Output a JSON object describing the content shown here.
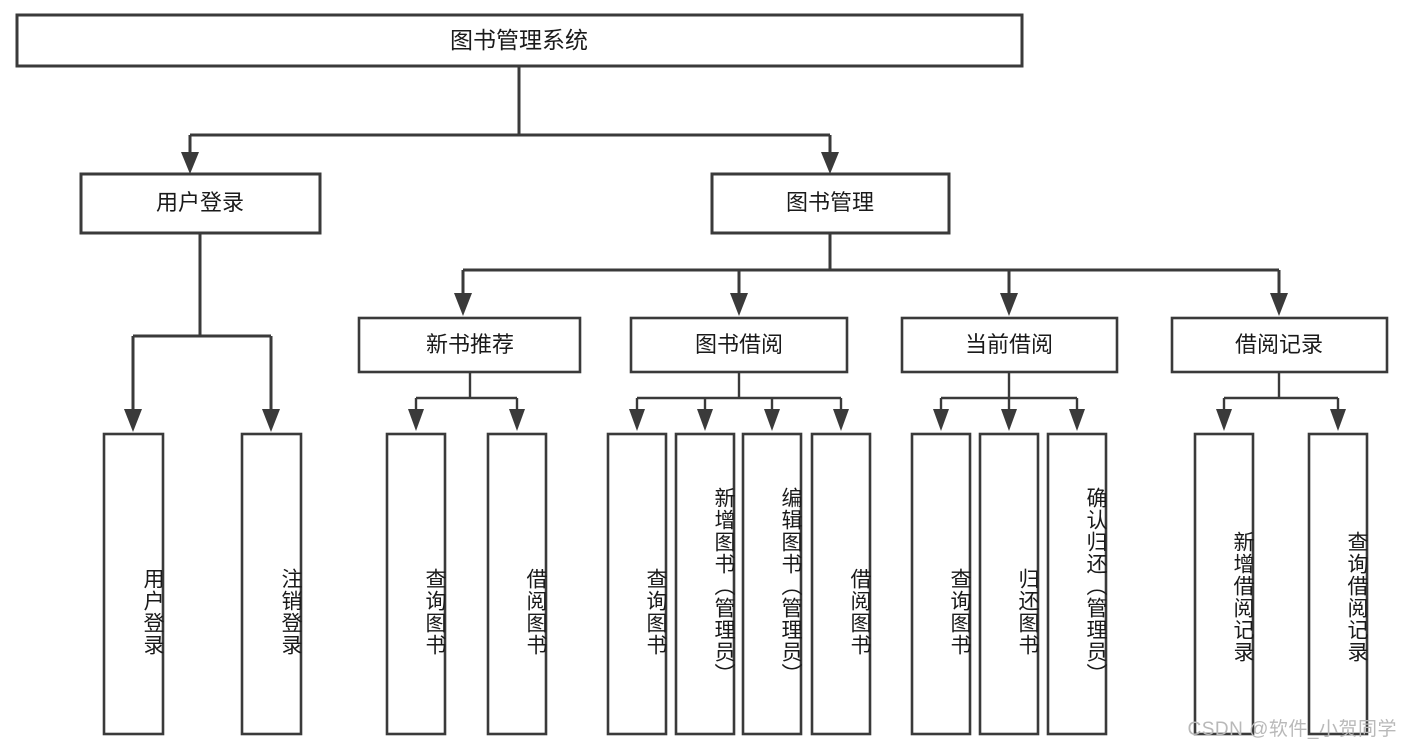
{
  "diagram": {
    "type": "hierarchy-tree",
    "title": "图书管理系统",
    "watermark": "CSDN @软件_小贺同学",
    "root": {
      "id": "root",
      "label": "图书管理系统"
    },
    "level2": [
      {
        "id": "user-login",
        "label": "用户登录"
      },
      {
        "id": "book-manage",
        "label": "图书管理"
      }
    ],
    "level3": [
      {
        "id": "new-book-rec",
        "label": "新书推荐",
        "parent": "book-manage"
      },
      {
        "id": "book-borrow",
        "label": "图书借阅",
        "parent": "book-manage"
      },
      {
        "id": "current-borrow",
        "label": "当前借阅",
        "parent": "book-manage"
      },
      {
        "id": "borrow-record",
        "label": "借阅记录",
        "parent": "book-manage"
      }
    ],
    "leaves": [
      {
        "id": "leaf-user-login",
        "label": "用户登录",
        "parent": "user-login"
      },
      {
        "id": "leaf-user-logout",
        "label": "注销登录",
        "parent": "user-login"
      },
      {
        "id": "leaf-query-book-1",
        "label": "查询图书",
        "parent": "new-book-rec"
      },
      {
        "id": "leaf-borrow-book-1",
        "label": "借阅图书",
        "parent": "new-book-rec"
      },
      {
        "id": "leaf-query-book-2",
        "label": "查询图书",
        "parent": "book-borrow"
      },
      {
        "id": "leaf-add-book",
        "label": "新增图书（管理员）",
        "parent": "book-borrow"
      },
      {
        "id": "leaf-edit-book",
        "label": "编辑图书（管理员）",
        "parent": "book-borrow"
      },
      {
        "id": "leaf-borrow-book-2",
        "label": "借阅图书",
        "parent": "book-borrow"
      },
      {
        "id": "leaf-query-book-3",
        "label": "查询图书",
        "parent": "current-borrow"
      },
      {
        "id": "leaf-return-book",
        "label": "归还图书",
        "parent": "current-borrow"
      },
      {
        "id": "leaf-confirm-return",
        "label": "确认归还（管理员）",
        "parent": "current-borrow"
      },
      {
        "id": "leaf-add-record",
        "label": "新增借阅记录",
        "parent": "borrow-record"
      },
      {
        "id": "leaf-query-record",
        "label": "查询借阅记录",
        "parent": "borrow-record"
      }
    ],
    "colors": {
      "stroke": "#3a3a3a",
      "fill": "#ffffff",
      "text": "#1a1a1a",
      "watermark": "#b9b9b9"
    }
  }
}
